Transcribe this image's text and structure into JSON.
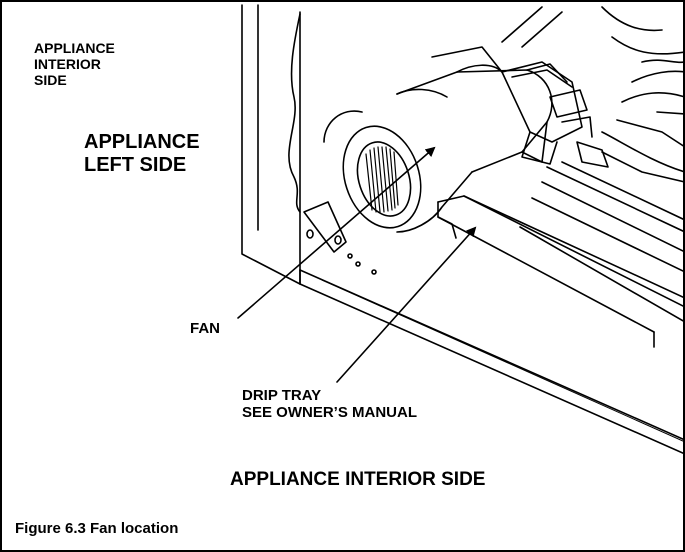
{
  "labels": {
    "appliance_interior_top": [
      "APPLIANCE",
      "INTERIOR",
      "SIDE"
    ],
    "appliance_left_side": [
      "APPLIANCE",
      "LEFT SIDE"
    ],
    "fan": "FAN",
    "drip_tray": [
      "DRIP TRAY",
      "SEE OWNER’S MANUAL"
    ],
    "appliance_interior_bottom": "APPLIANCE INTERIOR SIDE"
  },
  "caption": "Figure 6.3  Fan location"
}
